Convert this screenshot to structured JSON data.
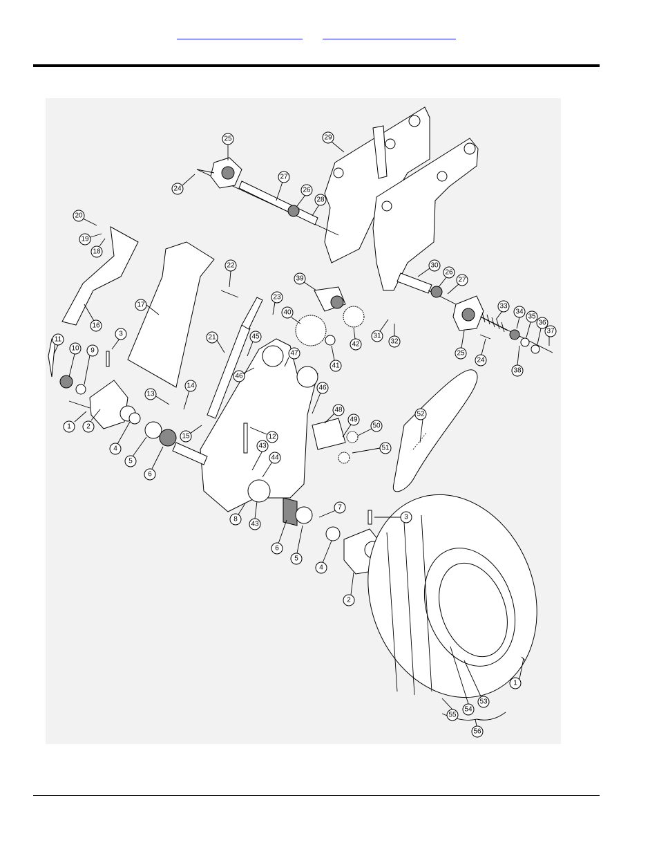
{
  "header": {
    "links": [
      {
        "text": ""
      },
      {
        "text": ""
      }
    ]
  },
  "diagram": {
    "callouts": [
      "1",
      "2",
      "3",
      "4",
      "5",
      "6",
      "7",
      "8",
      "9",
      "10",
      "11",
      "12",
      "13",
      "14",
      "15",
      "16",
      "17",
      "18",
      "19",
      "20",
      "21",
      "22",
      "23",
      "24",
      "25",
      "26",
      "27",
      "28",
      "29",
      "30",
      "31",
      "32",
      "33",
      "34",
      "35",
      "36",
      "37",
      "38",
      "39",
      "40",
      "41",
      "42",
      "43",
      "44",
      "45",
      "46",
      "47",
      "48",
      "49",
      "50",
      "51",
      "52",
      "53",
      "54",
      "55",
      "56"
    ]
  }
}
